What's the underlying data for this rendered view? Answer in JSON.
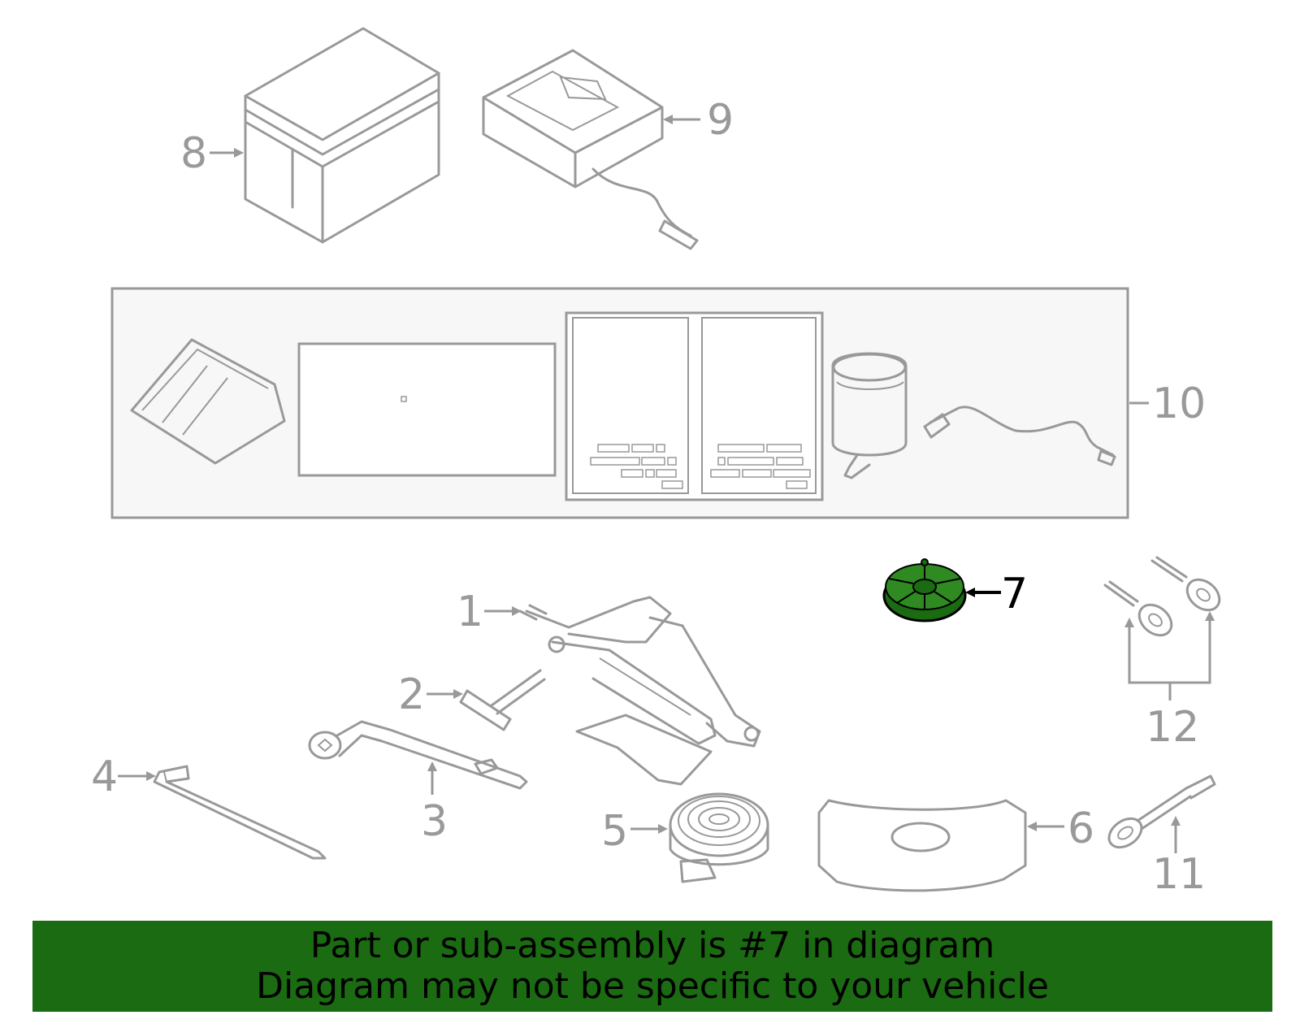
{
  "callouts": {
    "c1": "1",
    "c2": "2",
    "c3": "3",
    "c4": "4",
    "c5": "5",
    "c6": "6",
    "c7": "7",
    "c8": "8",
    "c9": "9",
    "c10": "10",
    "c11": "11",
    "c12": "12"
  },
  "highlight": {
    "part": "7",
    "color": "#1b6b12"
  },
  "colors": {
    "line": "#999999",
    "panel": "#f7f7f7",
    "banner": "#1b6b12"
  },
  "banner": {
    "line1": "Part or sub-assembly is #7 in diagram",
    "line2": "Diagram may not be specific to your vehicle"
  }
}
